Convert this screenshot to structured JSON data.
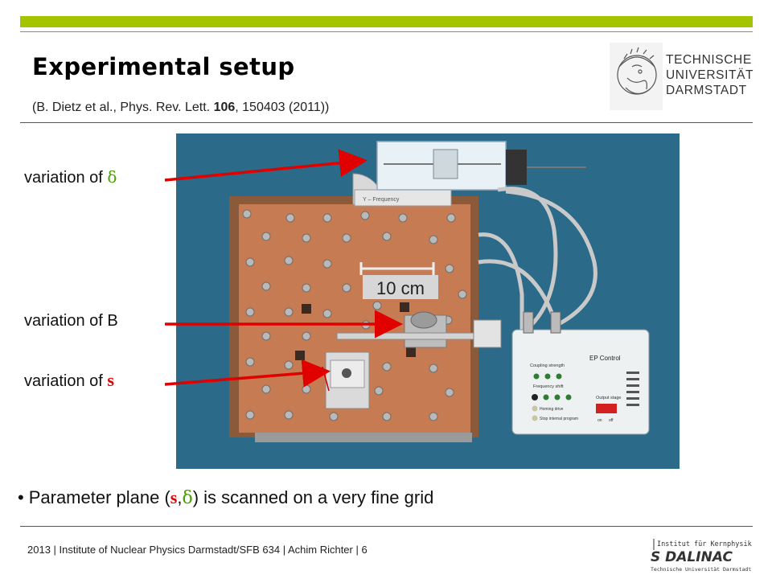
{
  "header": {
    "title": "Experimental setup",
    "citation_prefix": "(B. Dietz et al., Phys. Rev. Lett. ",
    "citation_volume": "106",
    "citation_suffix": ", 150403 (2011))"
  },
  "logo_tud": {
    "line1": "TECHNISCHE",
    "line2": "UNIVERSITÄT",
    "line3": "DARMSTADT"
  },
  "photo": {
    "scale_label": "10 cm",
    "plate_label": "Y – Frequency",
    "panel_title": "EP Control",
    "panel_coupling": "Coupling strength",
    "panel_freq": "Frequency shift",
    "panel_output": "Output stage",
    "panel_homing": "Homing drive",
    "panel_stop": "Stop internal program",
    "panel_on": "on",
    "panel_off": "off"
  },
  "labels": {
    "prefix": "variation of ",
    "delta": "δ",
    "b": "B",
    "s": "s"
  },
  "bullet": {
    "dot": "•",
    "pre": "Parameter plane (",
    "s": "s",
    "comma": ",",
    "delta": "δ",
    "post": ") is scanned on a very fine grid"
  },
  "footer": {
    "text": "2013  |  Institute of Nuclear Physics Darmstadt/SFB 634  |  Achim Richter  |  6"
  },
  "logo_sd": {
    "top": "Institut für Kernphysik",
    "main": "S DALINAC",
    "bottom": "Technische Universität Darmstadt"
  },
  "colors": {
    "accent_green": "#a5c400",
    "arrow_red": "#e00000",
    "delta_green": "#4aa000",
    "photo_background": "#2b6a88",
    "copper": "#c77b52"
  }
}
